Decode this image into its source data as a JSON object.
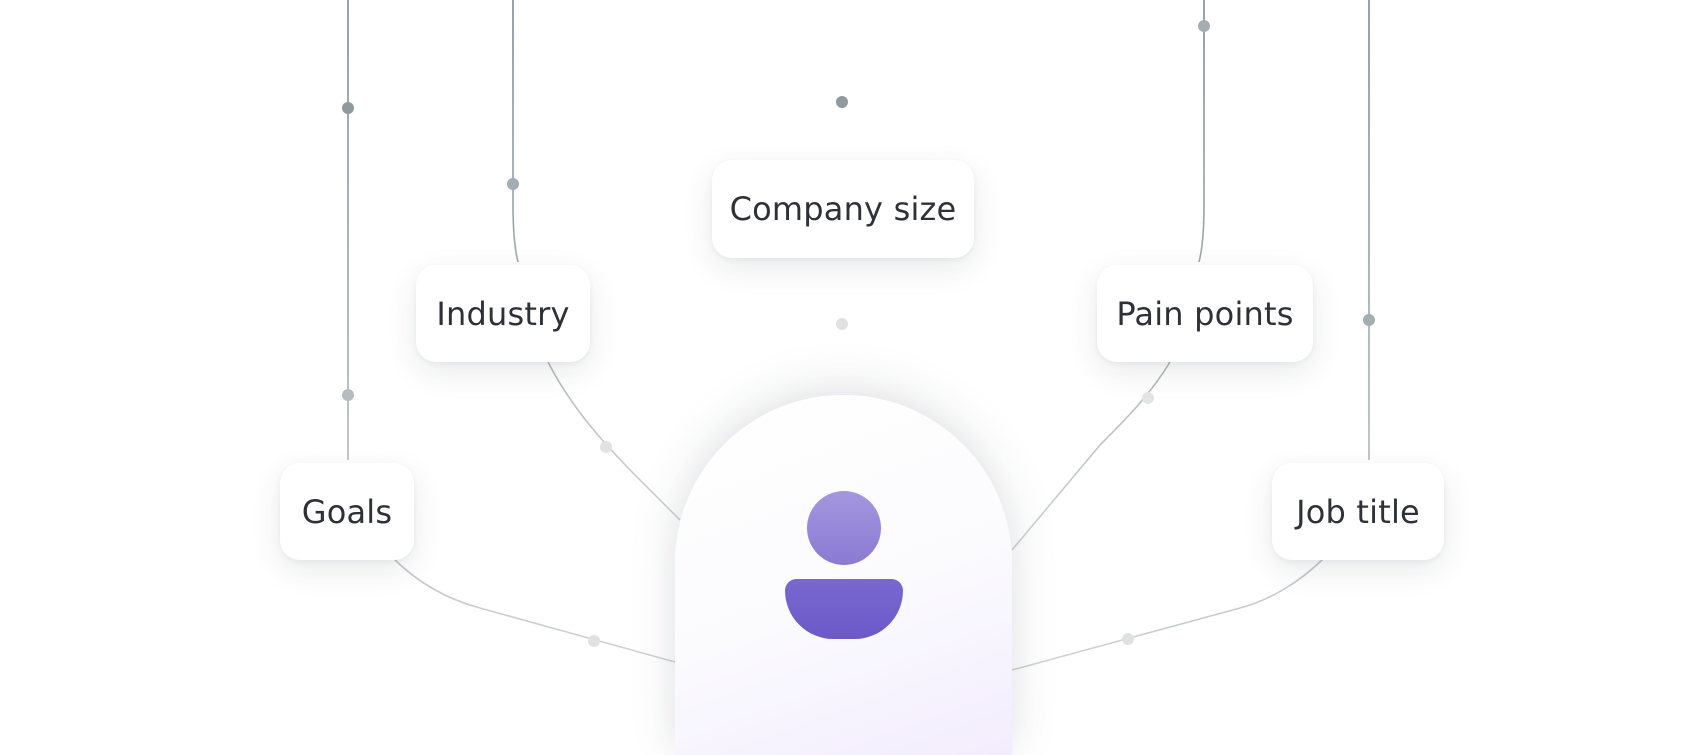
{
  "labels": {
    "company_size": "Company size",
    "industry": "Industry",
    "pain_points": "Pain points",
    "goals": "Goals",
    "job_title": "Job title"
  },
  "center_icon": "person-icon",
  "colors": {
    "card_background": "#ffffff",
    "label_text": "#2f3138",
    "line_dark": "#7e8a90",
    "line_light": "#d4d7da",
    "node_dark": "#8f9a9f",
    "node_light": "#dfe1e3",
    "person_head": "#9a8cdc",
    "person_body": "#6f5dcc"
  }
}
